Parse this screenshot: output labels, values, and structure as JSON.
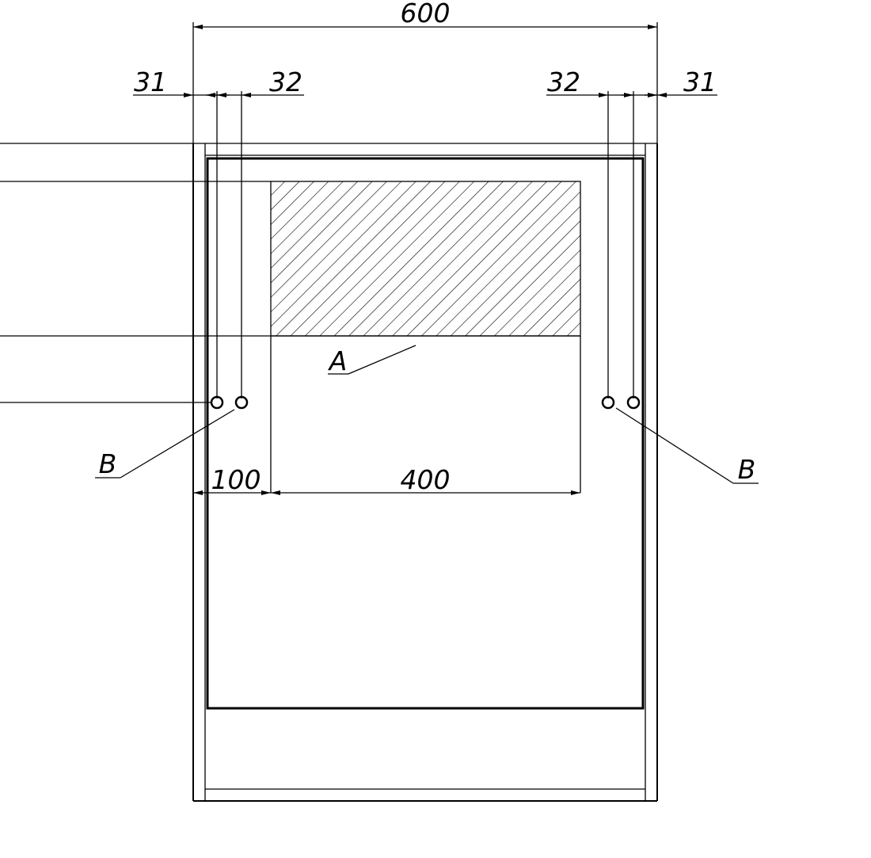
{
  "drawing": {
    "dimensions": {
      "overall_width": "600",
      "left_edge_offset": "31",
      "left_hole_spacing": "32",
      "right_hole_spacing": "32",
      "right_edge_offset": "31",
      "cutout_offset": "100",
      "cutout_width": "400"
    },
    "callouts": {
      "zone": "A",
      "holes_left": "B",
      "holes_right": "B"
    },
    "colors": {
      "line": "#000000",
      "background": "#ffffff"
    }
  }
}
